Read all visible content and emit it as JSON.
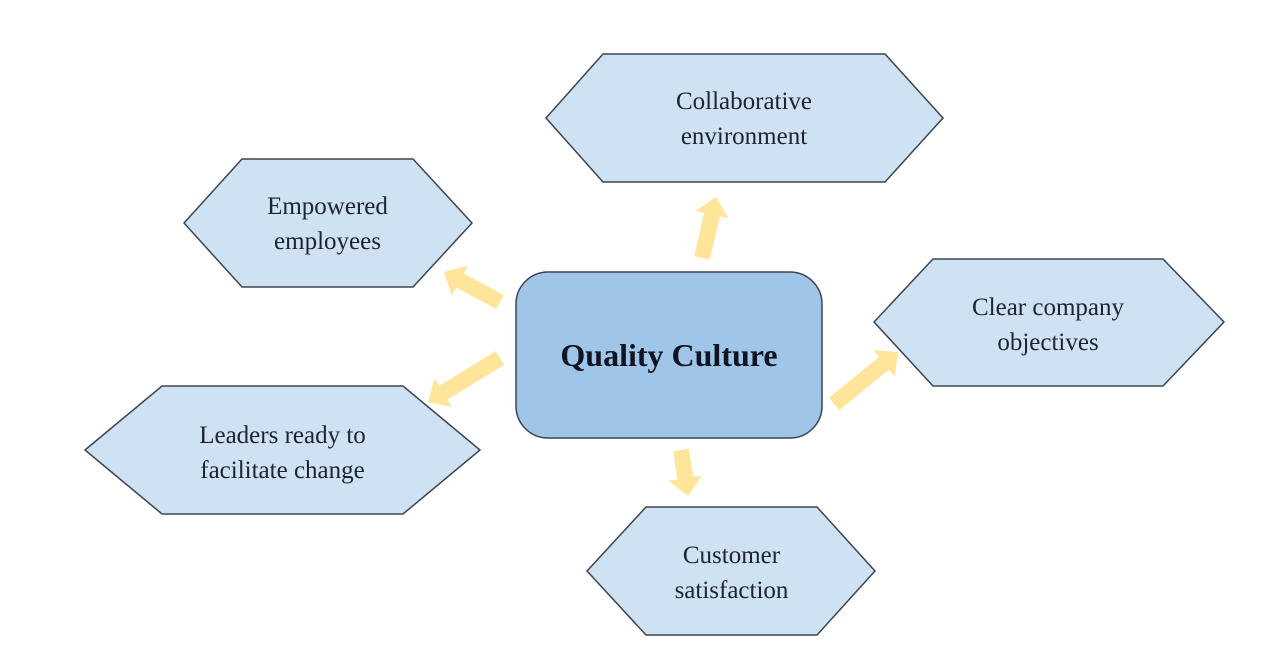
{
  "center": {
    "label": "Quality Culture"
  },
  "nodes": [
    {
      "id": "collaborative",
      "line1": "Collaborative",
      "line2": "environment"
    },
    {
      "id": "empowered",
      "line1": "Empowered",
      "line2": "employees"
    },
    {
      "id": "clear",
      "line1": "Clear company",
      "line2": "objectives"
    },
    {
      "id": "leaders",
      "line1": "Leaders ready to",
      "line2": "facilitate change"
    },
    {
      "id": "customer",
      "line1": "Customer",
      "line2": "satisfaction"
    }
  ],
  "colors": {
    "center_fill": "#9fc5e8",
    "node_fill": "#cfe2f3",
    "stroke": "#3d4450",
    "arrow": "#ffe599"
  }
}
